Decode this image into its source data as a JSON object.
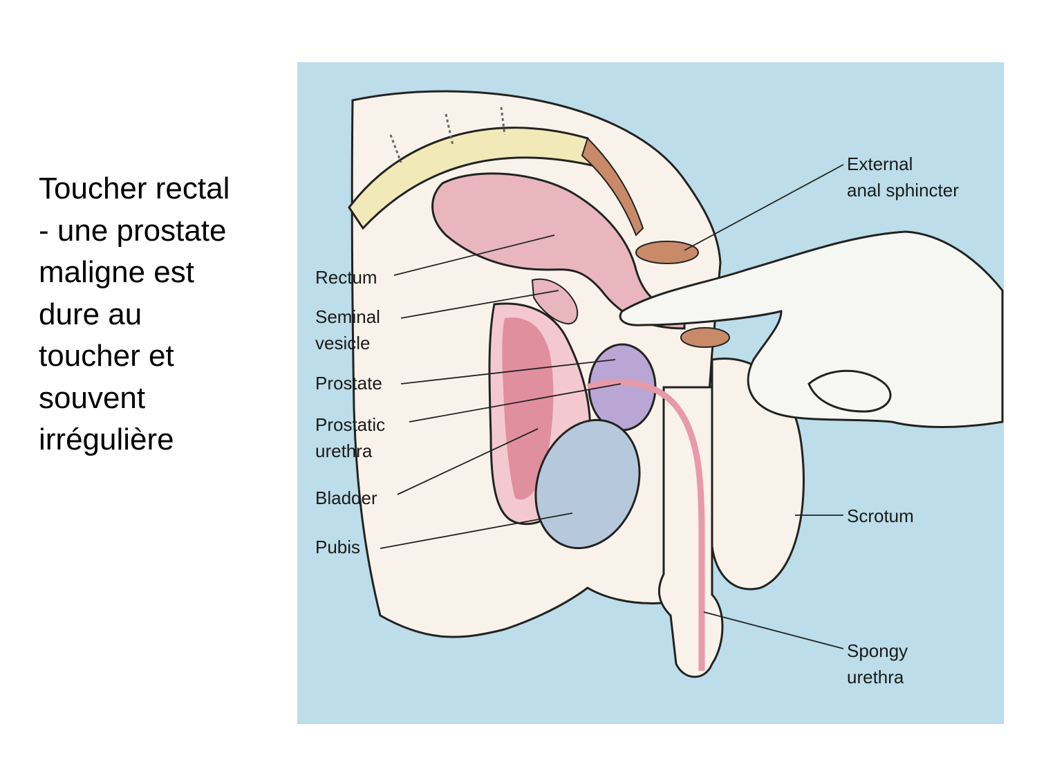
{
  "caption": {
    "lines": [
      "Toucher rectal",
      "- une prostate",
      "maligne est",
      "dure au",
      "toucher et",
      "souvent",
      "irrégulière"
    ]
  },
  "figure": {
    "labels": {
      "rectum": "Rectum",
      "seminal_vesicle_1": "Seminal",
      "seminal_vesicle_2": "vesicle",
      "prostate": "Prostate",
      "prostatic_urethra_1": "Prostatic",
      "prostatic_urethra_2": "urethra",
      "bladder": "Bladder",
      "pubis": "Pubis",
      "external_anal_sphincter_1": "External",
      "external_anal_sphincter_2": "anal sphincter",
      "scrotum": "Scrotum",
      "spongy_urethra_1": "Spongy",
      "spongy_urethra_2": "urethra"
    },
    "colors": {
      "background": "#bcdde9",
      "body": "#f8f2ea",
      "rectum": "#e9b6be",
      "bladder_wall": "#f3c9cf",
      "bladder_lining": "#e08f9f",
      "prostate": "#b9a6d4",
      "pubis": "#b6c8dc",
      "bone": "#f2e9b8",
      "glove": "#f6f6f2",
      "muscle": "#c98a6a",
      "urethra": "#e79aa8"
    }
  }
}
